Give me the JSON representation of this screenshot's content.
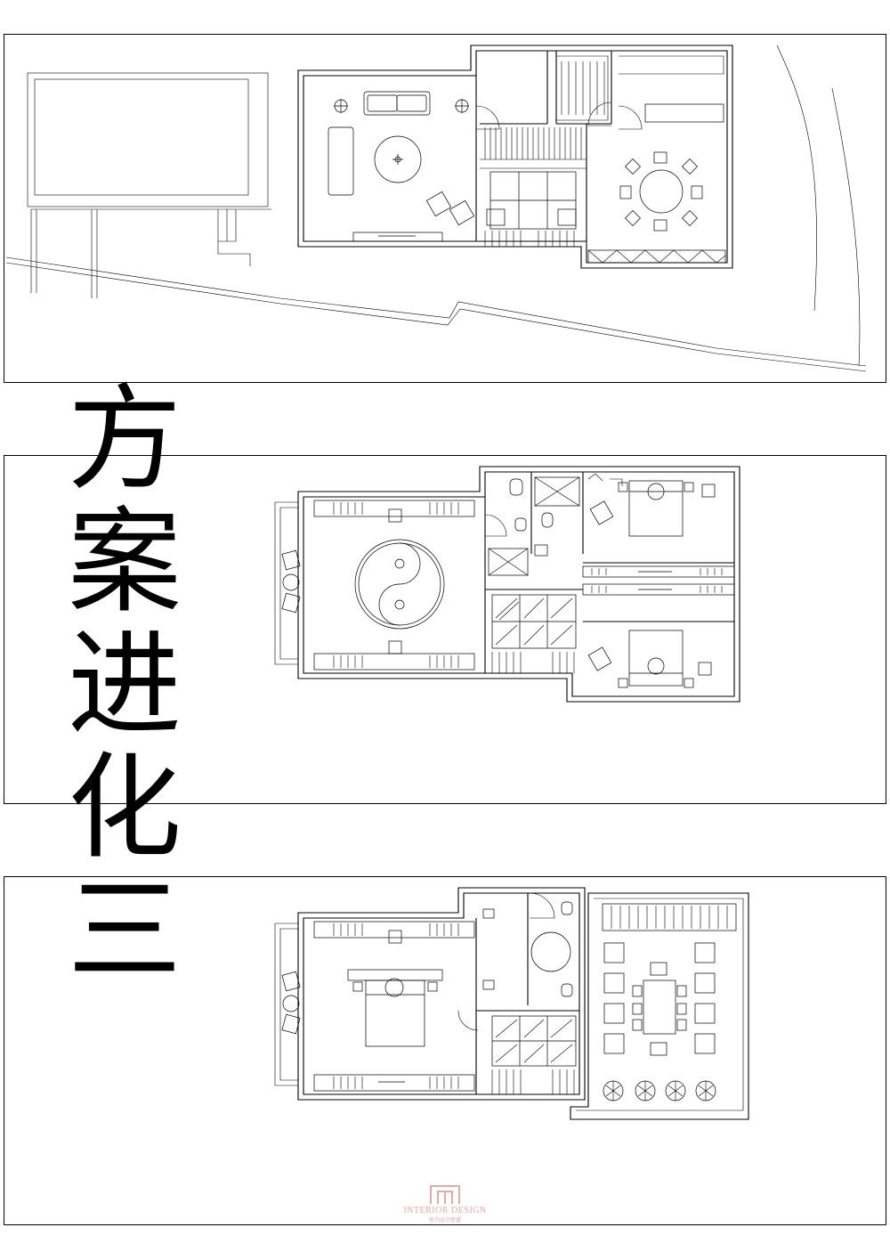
{
  "title": {
    "chars": [
      "方",
      "案",
      "进",
      "化",
      "三"
    ]
  },
  "panels": [
    {
      "name": "ground-floor-plan"
    },
    {
      "name": "second-floor-plan"
    },
    {
      "name": "third-floor-plan"
    }
  ],
  "watermark": {
    "text": "INTERIOR DESIGN",
    "sub": "室内设计联盟"
  },
  "colors": {
    "line": "#000000",
    "watermark": "#e4a8a8"
  }
}
